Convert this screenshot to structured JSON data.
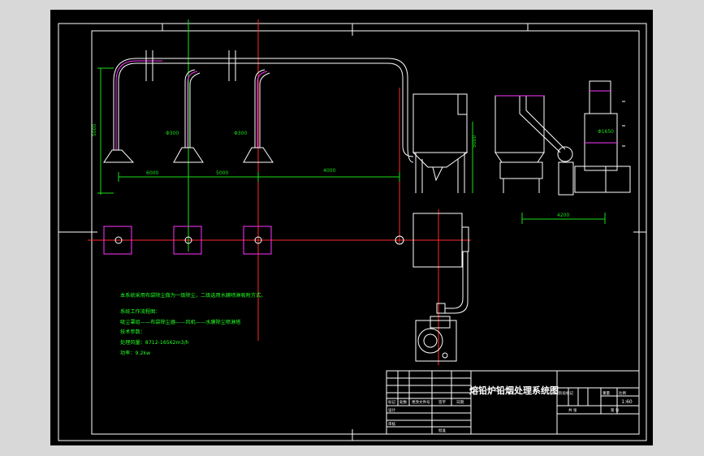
{
  "colors": {
    "background": "#000000",
    "line": "#ffffff",
    "centerline_red": "#ff2a2a",
    "centerline_green": "#18e018",
    "magenta": "#ff33ff",
    "note_text": "#22ff22",
    "page": "#d8d8d8"
  },
  "dimensions": {
    "height_left": "5000",
    "d1": "Φ300",
    "d2": "Φ300",
    "span1": "6000",
    "span2": "5000",
    "span3": "4000",
    "height_hopper": "5000",
    "d_tower": "Φ1650",
    "width_right": "4200"
  },
  "notes": {
    "line1": "本系统采用布袋除尘做为一级除尘，二级选用水膜喷淋吸附方式。",
    "line2": "系统工作流程图：",
    "line3": "吸尘罩组——布袋除尘器——风机——水膜除尘喷淋塔",
    "line4": "技术参数：",
    "line5": "处理风量：8712-16562m3/h",
    "line6": "功率：9.2kw"
  },
  "title_block": {
    "title": "熔铅炉铅烟处理系统图",
    "scale": "1:60",
    "small_labels": [
      "标记",
      "处数",
      "更改文件号",
      "签字",
      "日期"
    ],
    "row_labels": [
      "设计",
      "审核",
      "批准"
    ],
    "right_labels": [
      "阶段标记",
      "重量",
      "比例",
      "共 张",
      "第 张"
    ]
  }
}
